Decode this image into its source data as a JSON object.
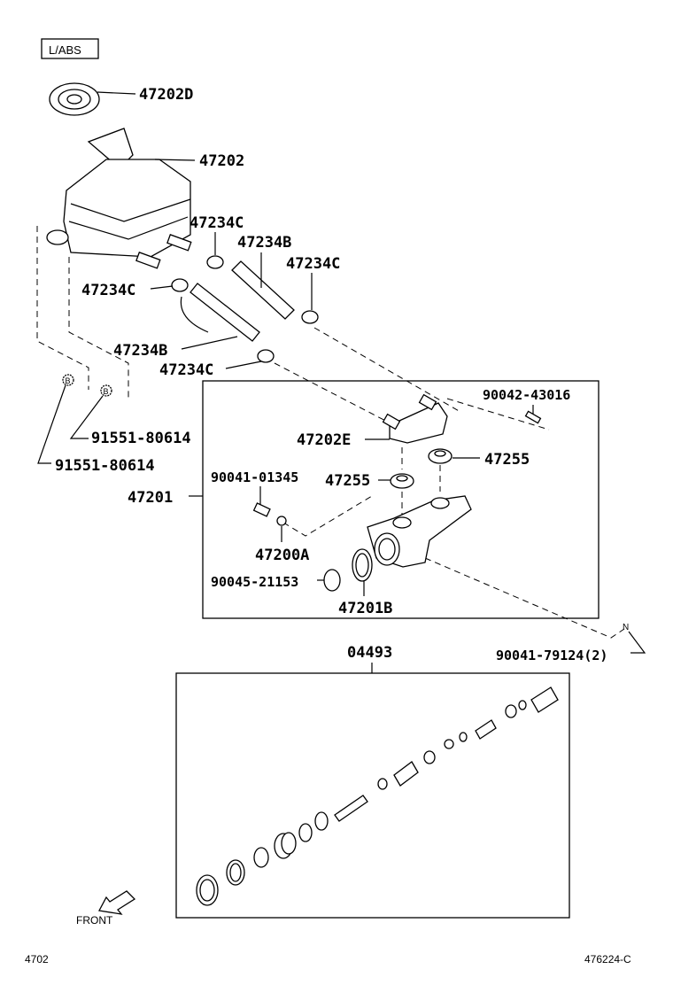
{
  "variant_badge": "L/ABS",
  "labels": {
    "cap": "47202D",
    "reservoir": "47202",
    "clip_1": "47234C",
    "hose_1": "47234B",
    "clip_2": "47234C",
    "clip_3": "47234C",
    "hose_2": "47234B",
    "clip_4": "47234C",
    "pin": "90042-43016",
    "union": "47202E",
    "grommet_right": "47255",
    "grommet_left": "47255",
    "screw": "90041-01345",
    "master_cylinder": "47201",
    "washer": "47200A",
    "snap_ring": "90045-21153",
    "o_ring": "47201B",
    "bolt_b1": "91551-80614",
    "bolt_b2": "91551-80614",
    "repair_kit": "04493",
    "nut_n": "90041-79124(2)"
  },
  "ref_markers": {
    "b": "B",
    "n": "N"
  },
  "front_label": "FRONT",
  "footer": {
    "page_code": "4702",
    "figure_code": "476224-C"
  }
}
